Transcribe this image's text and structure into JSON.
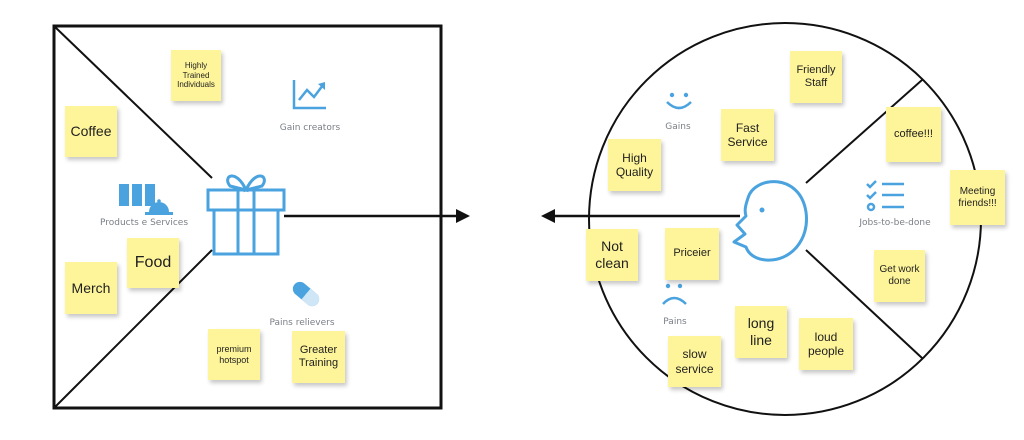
{
  "value_map": {
    "sections": {
      "gain_creators": "Gain creators",
      "products_services": "Products e Services",
      "pain_relievers": "Pains relievers"
    },
    "notes": {
      "highly_trained": "Highly Trained Individuals",
      "coffee": "Coffee",
      "food": "Food",
      "merch": "Merch",
      "premium_hotspot": "premium hotspot",
      "greater_training": "Greater Training"
    }
  },
  "customer_profile": {
    "sections": {
      "gains": "Gains",
      "jobs": "Jobs-to-be-done",
      "pains": "Pains"
    },
    "notes": {
      "friendly_staff": "Friendly Staff",
      "fast_service": "Fast Service",
      "high_quality": "High Quality",
      "coffee_excl": "coffee!!!",
      "meeting_friends": "Meeting friends!!!",
      "get_work_done": "Get work done",
      "not_clean": "Not clean",
      "priceier": "Priceier",
      "long_line": "long line",
      "loud_people": "loud people",
      "slow_service": "slow service"
    }
  },
  "colors": {
    "icon_blue": "#4aa3df",
    "line": "#111111",
    "note": "#fef59a"
  }
}
